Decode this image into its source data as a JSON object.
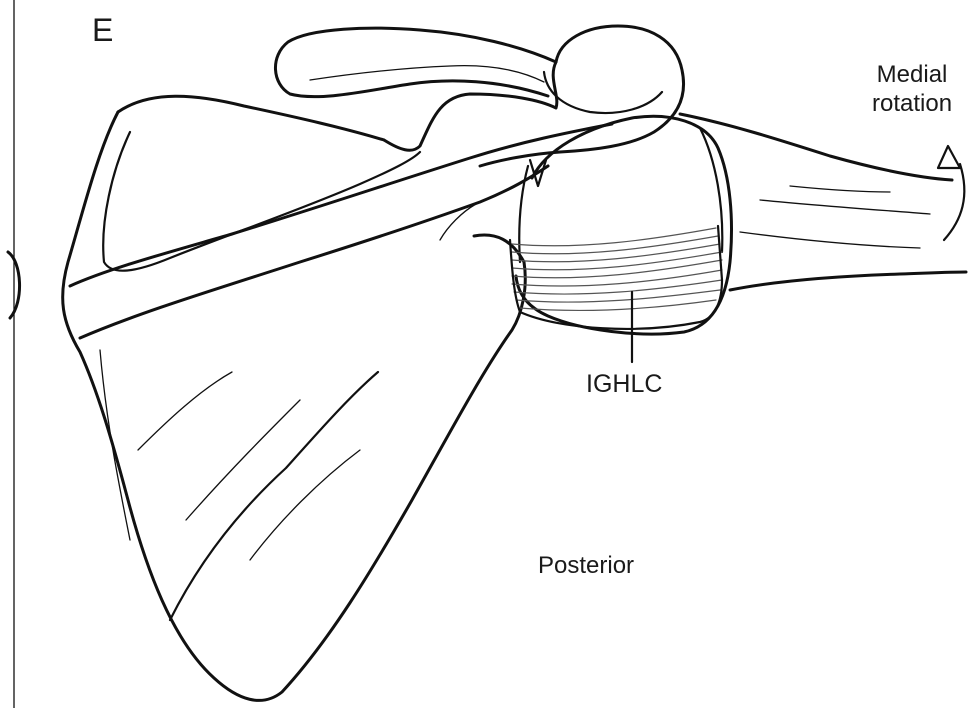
{
  "figure": {
    "panel_letter": "E",
    "rotation_label_line1": "Medial",
    "rotation_label_line2": "rotation",
    "ligament_label": "IGHLC",
    "view_label": "Posterior"
  },
  "colors": {
    "ink": "#111111",
    "background": "#ffffff"
  },
  "icons": [
    "curved-rotation-arrow-icon"
  ]
}
